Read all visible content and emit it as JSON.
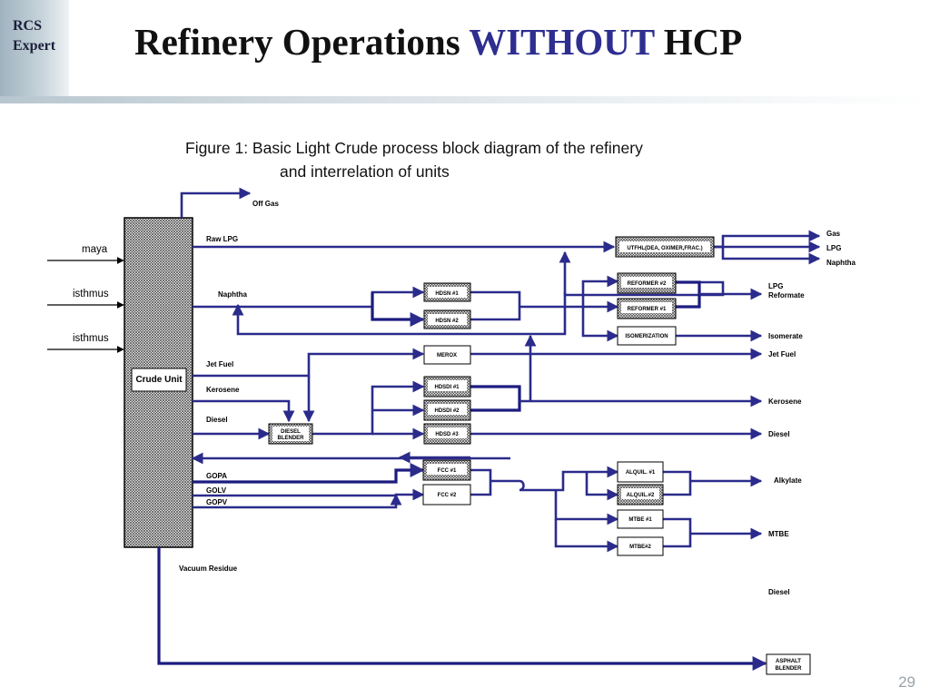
{
  "header": {
    "logo_line1": "RCS",
    "logo_line2": "Expert",
    "title_main": "Refinery Operations ",
    "title_accent": "WITHOUT",
    "title_end": " HCP",
    "accent_color": "#2d2e8f"
  },
  "caption": {
    "line1": "Figure 1:  Basic Light Crude process block diagram of the refinery",
    "line2": "and interrelation of units"
  },
  "diagram": {
    "feeds": [
      "maya",
      "isthmus",
      "isthmus"
    ],
    "crude_unit": "Crude Unit",
    "streams": {
      "off_gas": "Off Gas",
      "raw_lpg": "Raw LPG",
      "naphtha": "Naphtha",
      "jet_fuel": "Jet Fuel",
      "kerosene": "Kerosene",
      "diesel": "Diesel",
      "gopa": "GOPA",
      "golv": "GOLV",
      "gopv": "GOPV",
      "vacuum_residue": "Vacuum Residue"
    },
    "units": {
      "utfhl": "UTFHL(DEA, OXIMER,FRAC.)",
      "hdsn1": "HDSN #1",
      "hdsn2": "HDSN #2",
      "reformer2": "REFORMER #2",
      "reformer1": "REFORMER #1",
      "isomerization": "ISOMERIZATION",
      "merox": "MEROX",
      "hdsdi1": "HDSDI #1",
      "hdsdi2": "HDSDI #2",
      "hdsd3": "HDSD #3",
      "diesel_blender_1": "DIESEL",
      "diesel_blender_2": "BLENDER",
      "fcc1": "FCC #1",
      "fcc2": "FCC #2",
      "alquil1": "ALQUIL. #1",
      "alquil2": "ALQUIL.#2",
      "mtbe1": "MTBE #1",
      "mtbe2": "MTBE#2",
      "asphalt_1": "ASPHALT",
      "asphalt_2": "BLENDER"
    },
    "products": {
      "gas": "Gas",
      "lpg": "LPG",
      "naphtha": "Naphtha",
      "lpg2": "LPG",
      "reformate": "Reformate",
      "isomerate": "Isomerate",
      "jet_fuel": "Jet Fuel",
      "kerosene": "Kerosene",
      "diesel": "Diesel",
      "alkylate": "Alkylate",
      "mtbe": "MTBE",
      "diesel2": "Diesel"
    },
    "flow_color": "#2b2b8c"
  },
  "page_number": "29"
}
